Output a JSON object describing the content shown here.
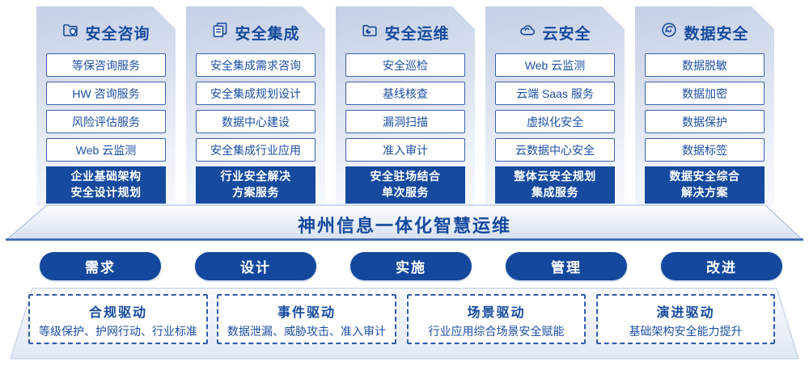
{
  "colors": {
    "primary_blue": "#164a9c",
    "solid_fill_blue": "#154a9e",
    "item_border_blue": "#3a62a8",
    "card_gradient_top": "#c5cfe6",
    "card_gradient_bottom": "#f5f8fc",
    "banner_bottom_line": "#3963ae",
    "dashed_border_blue": "#2f5ca8"
  },
  "columns": [
    {
      "title": "安全咨询",
      "icon": "folder-shield-icon",
      "items": [
        "等保咨询服务",
        "HW 咨询服务",
        "风险评估服务",
        "Web 云监测"
      ],
      "solution_lines": [
        "企业基础架构",
        "安全设计规划"
      ]
    },
    {
      "title": "安全集成",
      "icon": "documents-icon",
      "items": [
        "安全集成需求咨询",
        "安全集成规划设计",
        "数据中心建设",
        "安全集成行业应用"
      ],
      "solution_lines": [
        "行业安全解决",
        "方案服务"
      ]
    },
    {
      "title": "安全运维",
      "icon": "folder-chart-icon",
      "items": [
        "安全巡检",
        "基线核查",
        "漏洞扫描",
        "准入审计"
      ],
      "solution_lines": [
        "安全驻场结合",
        "单次服务"
      ]
    },
    {
      "title": "云安全",
      "icon": "cloud-icon",
      "items": [
        "Web 云监测",
        "云端 Saas 服务",
        "虚拟化安全",
        "云数据中心安全"
      ],
      "solution_lines": [
        "整体云安全规划",
        "集成服务"
      ]
    },
    {
      "title": "数据安全",
      "icon": "fingerprint-icon",
      "items": [
        "数据脱敏",
        "数据加密",
        "数据保护",
        "数据标签"
      ],
      "solution_lines": [
        "数据安全综合",
        "解决方案"
      ]
    }
  ],
  "banner": {
    "title": "神州信息一体化智慧运维"
  },
  "process_pills": [
    {
      "label": "需求"
    },
    {
      "label": "设计"
    },
    {
      "label": "实施"
    },
    {
      "label": "管理"
    },
    {
      "label": "改进"
    }
  ],
  "drivers": [
    {
      "title": "合规驱动",
      "desc": "等级保护、护网行动、行业标准"
    },
    {
      "title": "事件驱动",
      "desc": "数据泄漏、威胁攻击、准入审计"
    },
    {
      "title": "场景驱动",
      "desc": "行业应用综合场景安全赋能"
    },
    {
      "title": "演进驱动",
      "desc": "基础架构安全能力提升"
    }
  ]
}
